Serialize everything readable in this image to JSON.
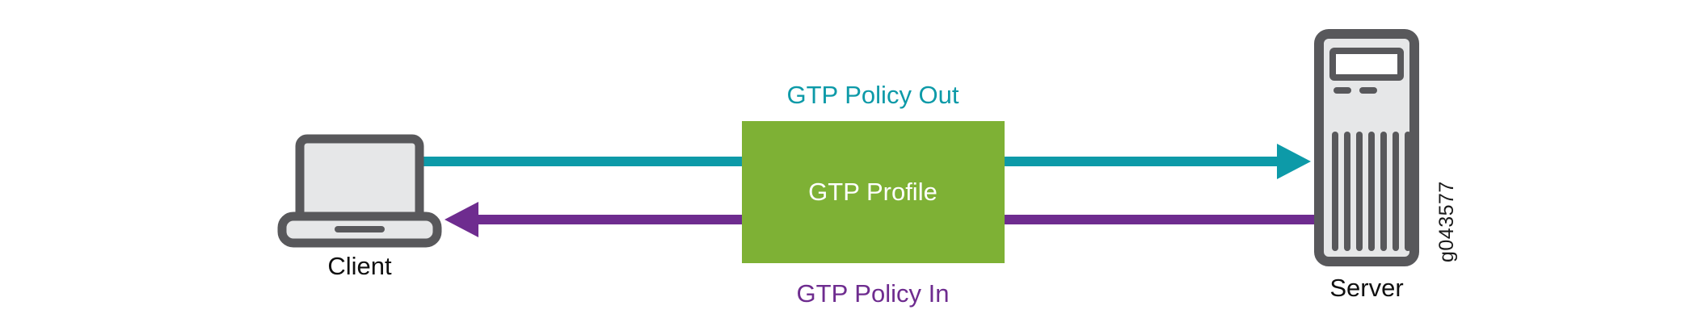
{
  "figure": {
    "id_label": "g043577",
    "background_color": "#ffffff"
  },
  "nodes": [
    {
      "key": "client",
      "label": "Client",
      "icon": "laptop-icon",
      "label_color": "#101010"
    },
    {
      "key": "gtp_profile",
      "label": "GTP Profile",
      "icon": "process-box",
      "fill_color": "#7EB135",
      "label_color": "#ffffff"
    },
    {
      "key": "server",
      "label": "Server",
      "icon": "server-tower-icon",
      "label_color": "#101010"
    }
  ],
  "flows": [
    {
      "key": "gtp_policy_out",
      "label": "GTP Policy Out",
      "color": "#0D9AA8",
      "direction": "client-to-server",
      "arrow": "right",
      "label_position": "above"
    },
    {
      "key": "gtp_policy_in",
      "label": "GTP Policy In",
      "color": "#6E2C8F",
      "direction": "server-to-client",
      "arrow": "left",
      "label_position": "below"
    }
  ],
  "palette": {
    "teal": "#0D9AA8",
    "purple": "#6E2C8F",
    "green": "#7EB135",
    "icon_outline": "#58585B",
    "icon_fill": "#E6E7E8",
    "text_dark": "#101010",
    "white": "#ffffff"
  }
}
